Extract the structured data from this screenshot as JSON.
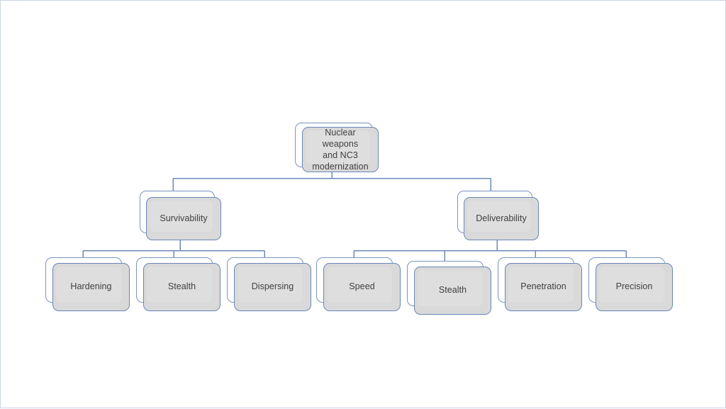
{
  "diagram": {
    "type": "hierarchy-tree",
    "title": "Nuclear weapons and NC3 modernization",
    "orientation": "top-down",
    "levels": 3,
    "colors": {
      "node_fill": "#d9d9d9",
      "node_fill_inner": "#dededf",
      "node_stroke": "#6b85b6",
      "back_card_stroke": "#7d93bd",
      "back_card_fill": "#ffffff",
      "connector": "#7089b8",
      "text": "#404040",
      "background": "#ffffff",
      "slide_border": "#ccd4e4"
    },
    "root": {
      "id": "root",
      "label": "Nuclear weapons\nand NC3\nmodernization"
    },
    "branches": [
      {
        "id": "survivability",
        "label": "Survivability",
        "children": [
          {
            "id": "hardening",
            "label": "Hardening"
          },
          {
            "id": "stealth-survivability",
            "label": "Stealth"
          },
          {
            "id": "dispersing",
            "label": "Dispersing"
          }
        ]
      },
      {
        "id": "deliverability",
        "label": "Deliverability",
        "children": [
          {
            "id": "speed",
            "label": "Speed"
          },
          {
            "id": "stealth-deliverability",
            "label": "Stealth"
          },
          {
            "id": "penetration",
            "label": "Penetration"
          },
          {
            "id": "precision",
            "label": "Precision"
          }
        ]
      }
    ]
  }
}
